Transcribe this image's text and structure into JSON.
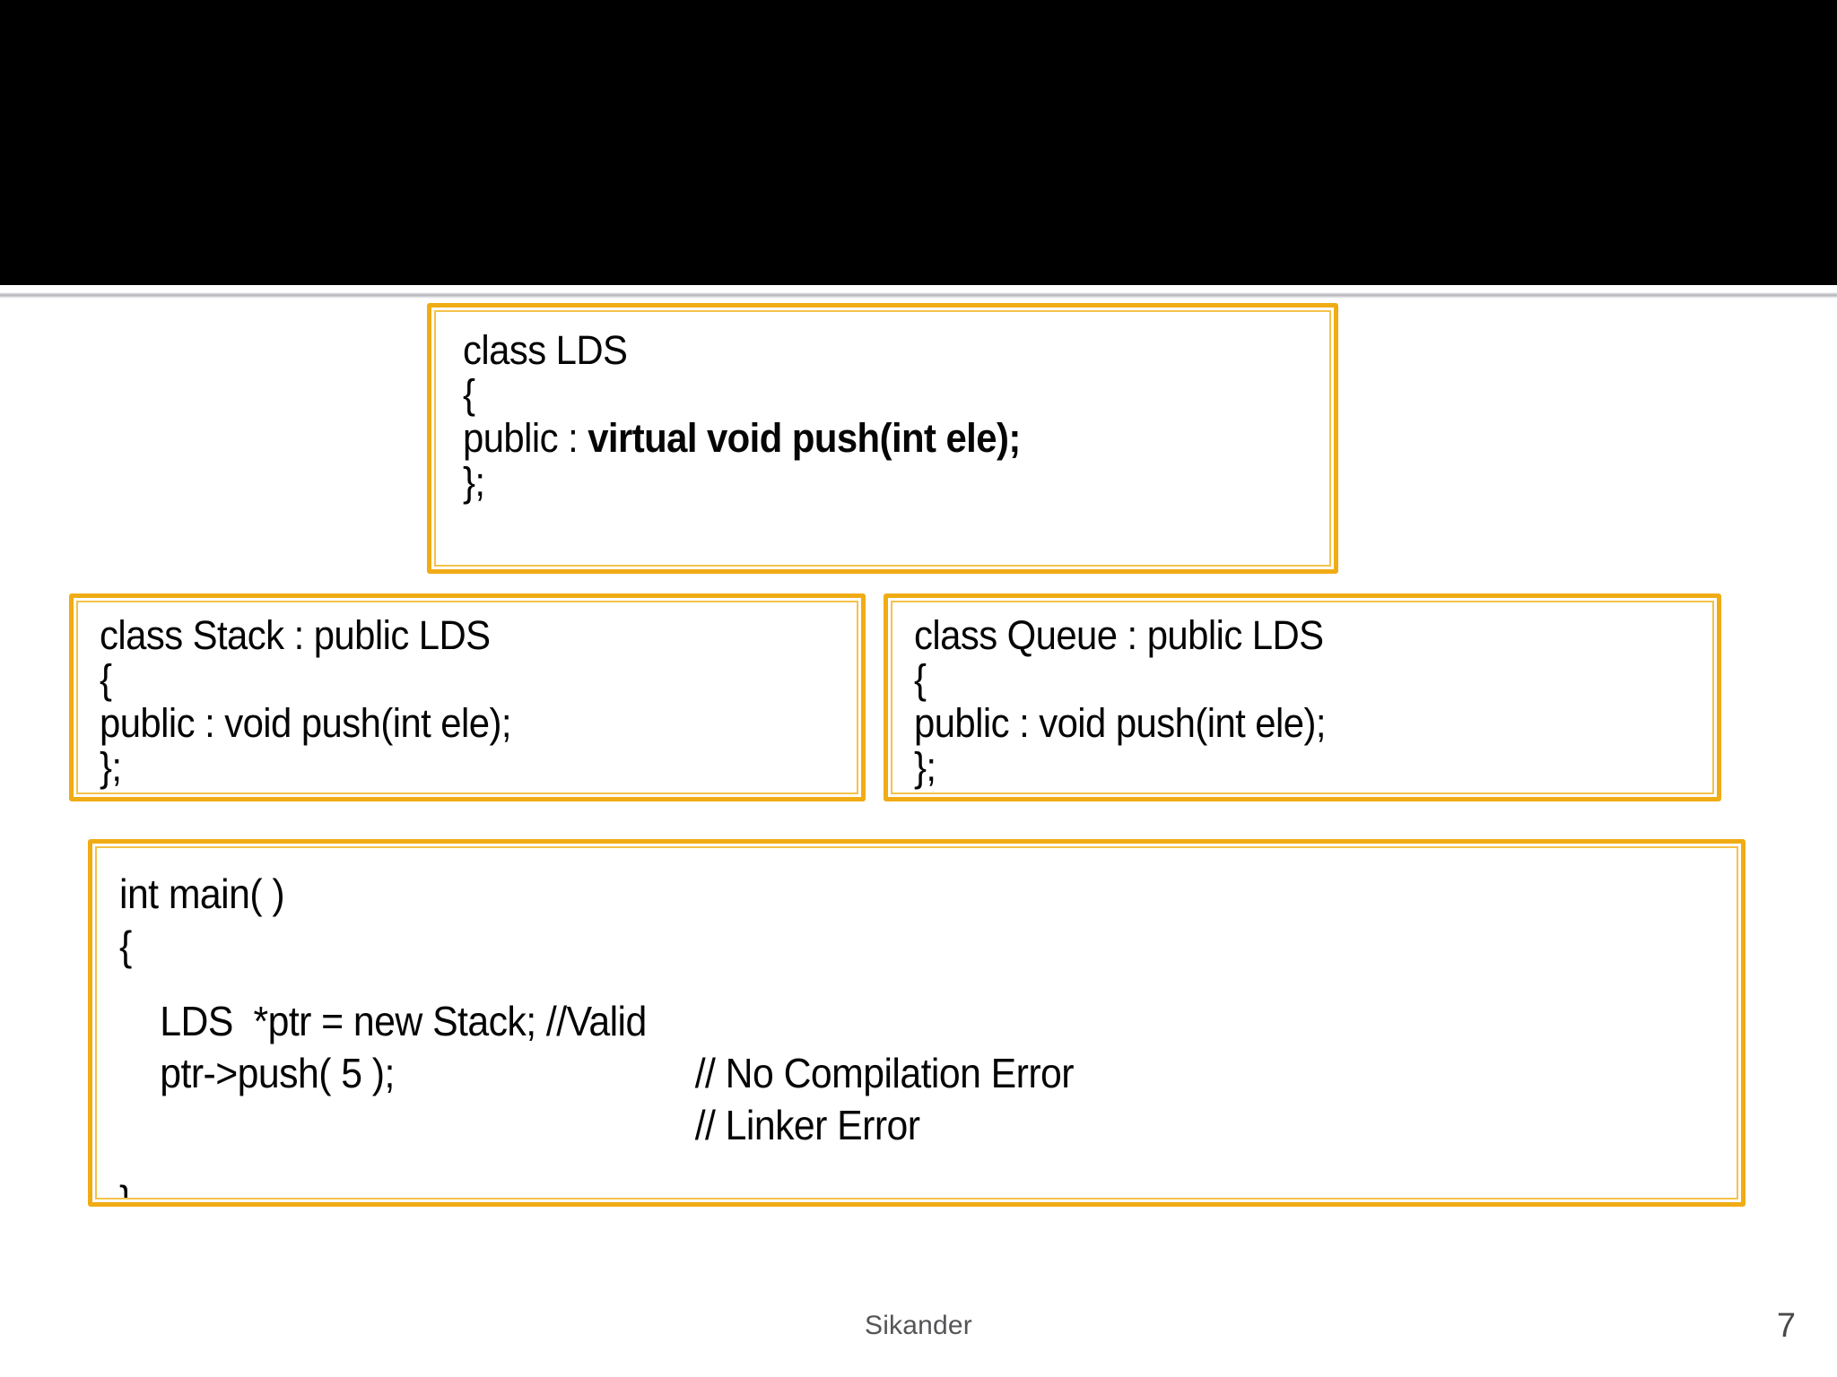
{
  "slide": {
    "banner": {
      "name": "top-black-banner",
      "color": "#000000"
    },
    "accent_color": "#F0AC14",
    "accent_inner_color": "#F4C24A",
    "text_color": "#050505"
  },
  "base_class_box": {
    "name": "base-class-lds",
    "lines": [
      {
        "text": "class LDS",
        "bold": false
      },
      {
        "text": "{",
        "bold": false
      },
      {
        "prefix": "public : ",
        "bold_text": "virtual void push(int ele);",
        "bold": true
      },
      {
        "text": "};",
        "bold": false
      }
    ]
  },
  "stack_class_box": {
    "name": "derived-class-stack",
    "lines": [
      "class Stack : public LDS",
      "{",
      "public : void push(int ele);",
      "};"
    ]
  },
  "queue_class_box": {
    "name": "derived-class-queue",
    "lines": [
      "class Queue : public LDS",
      "{",
      "public : void push(int ele);",
      "};"
    ]
  },
  "main_function_box": {
    "name": "main-function",
    "lines": [
      {
        "code": "int main( )",
        "comment": ""
      },
      {
        "code": "{",
        "comment": ""
      },
      {
        "code": "",
        "comment": "",
        "blank": true
      },
      {
        "code": "    LDS  *ptr = new Stack; //Valid",
        "comment": ""
      },
      {
        "code": "    ptr->push( 5 );",
        "comment": "// No Compilation Error"
      },
      {
        "code": "",
        "comment": "// Linker Error"
      },
      {
        "code": "",
        "comment": "",
        "blank": true
      },
      {
        "code": "}",
        "comment": ""
      }
    ]
  },
  "footer": {
    "author": "Sikander",
    "page_number": "7"
  }
}
